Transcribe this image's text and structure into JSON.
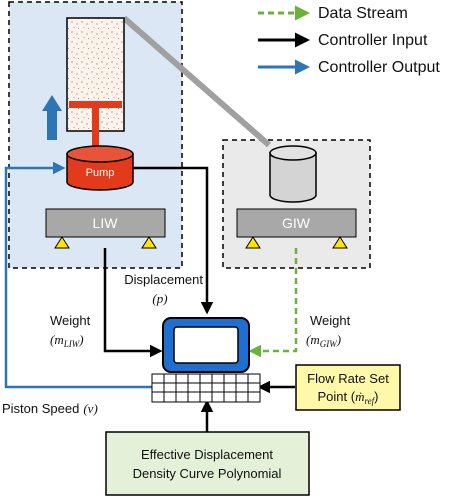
{
  "legend": {
    "data_stream": "Data Stream",
    "controller_input": "Controller Input",
    "controller_output": "Controller Output"
  },
  "colors": {
    "data_stream": "#6ab23e",
    "controller_input": "#000000",
    "controller_output": "#2e75b6",
    "pump": "#e23a1a",
    "liw_box": "#dce7f5",
    "giw_box": "#eaeaea",
    "scale": "#a8a8a8",
    "support": "#ffe600",
    "flow_box": "#fff8a8",
    "poly_box": "#e4f1d8",
    "computer": "#1f6fd1"
  },
  "labels": {
    "pump": "Pump",
    "liw": "LIW",
    "giw": "GIW",
    "displacement": "Displacement",
    "displacement_sym": "(p)",
    "weight_left": "Weight",
    "weight_left_sym": "(m",
    "weight_left_sub": "LIW",
    "weight_right": "Weight",
    "weight_right_sym": "(m",
    "weight_right_sub": "GIW",
    "piston_speed": "Piston Speed",
    "piston_speed_sym": "(v)",
    "flow_line1": "Flow Rate Set",
    "flow_line2": "Point (",
    "flow_sym": "ṁ",
    "flow_sub": "ref",
    "poly_line1": "Effective Displacement",
    "poly_line2": "Density Curve Polynomial"
  }
}
